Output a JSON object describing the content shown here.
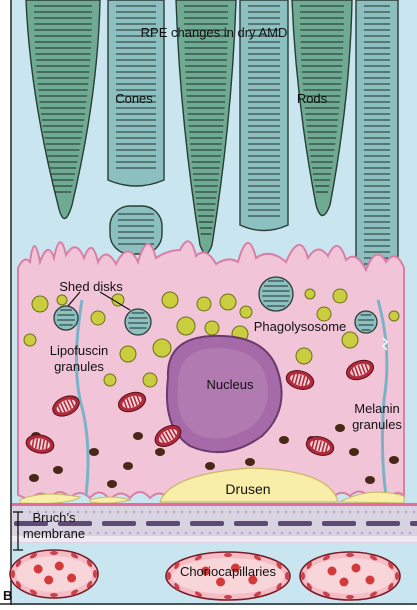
{
  "figure": {
    "title": "RPE changes in dry AMD",
    "panel_letter": "B"
  },
  "labels": {
    "cones": "Cones",
    "rods": "Rods",
    "shed_disks": "Shed disks",
    "phagolysosome": "Phagolysosome",
    "lipofuscin_line1": "Lipofuscin",
    "lipofuscin_line2": "granules",
    "nucleus": "Nucleus",
    "melanin_line1": "Melanin",
    "melanin_line2": "granules",
    "drusen": "Drusen",
    "bruchs_line1": "Bruch’s",
    "bruchs_line2": "membrane",
    "choriocapillaries": "Choriocapillaries"
  },
  "colors": {
    "background": "#c9e6f0",
    "photoreceptor": "#6fab92",
    "photoreceptor_light": "#8cc0c0",
    "rpe_cell": "#f2c4d8",
    "rpe_edge": "#d97fa6",
    "lipofuscin": "#c9cd3e",
    "melanin": "#4a2818",
    "nucleus": "#a66aa8",
    "mitochondria": "#b02a3c",
    "drusen": "#f8eeaa",
    "bruchs": "#cfc4d6",
    "choriocapillary": "#d43a3a"
  }
}
